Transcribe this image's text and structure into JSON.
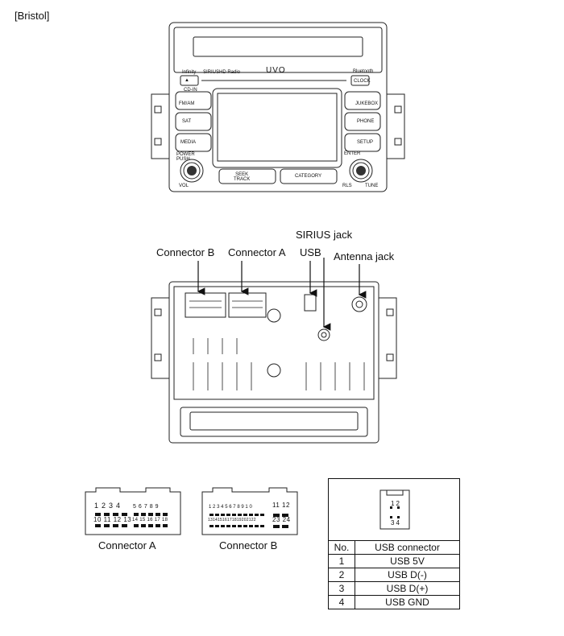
{
  "header": {
    "model": "[Bristol]"
  },
  "head_unit": {
    "brand": "Infinity",
    "sirius": "SIRIUS",
    "hd": "HD Radio",
    "logo": "UVO",
    "bluetooth": "Bluetooth",
    "clock": "CLOCK",
    "cd_in": "CD-IN",
    "buttons_left": [
      "FM/AM",
      "SAT",
      "MEDIA"
    ],
    "buttons_right": [
      "JUKEBOX",
      "PHONE",
      "SETUP"
    ],
    "power_push": "POWER\nPUSH",
    "enter": "ENTER",
    "vol": "VOL",
    "seek_track": "SEEK\nTRACK",
    "category": "CATEGORY",
    "rls": "RLS",
    "tune": "TUNE"
  },
  "rear_labels": {
    "sirius_jack": "SIRIUS jack",
    "connector_b": "Connector  B",
    "connector_a": "Connector A",
    "usb": "USB",
    "antenna_jack": "Antenna jack"
  },
  "connector_a": {
    "caption": "Connector A",
    "top_row": [
      "1",
      "2",
      "3",
      "4",
      "5",
      "6",
      "7",
      "8",
      "9"
    ],
    "bottom_row": [
      "10",
      "11",
      "12",
      "13",
      "14",
      "15",
      "16",
      "17",
      "18"
    ]
  },
  "connector_b": {
    "caption": "Connector B",
    "top_row": [
      "1",
      "2",
      "3",
      "4",
      "5",
      "6",
      "7",
      "8",
      "9",
      "10",
      "11",
      "12"
    ],
    "bottom_row": [
      "13",
      "14",
      "15",
      "16",
      "17",
      "18",
      "19",
      "20",
      "21",
      "22",
      "23",
      "24"
    ]
  },
  "usb_connector": {
    "pins": [
      "1",
      "2",
      "3",
      "4"
    ],
    "headers": [
      "No.",
      "USB connector"
    ],
    "rows": [
      [
        "1",
        "USB 5V"
      ],
      [
        "2",
        "USB D(-)"
      ],
      [
        "3",
        "USB D(+)"
      ],
      [
        "4",
        "USB GND"
      ]
    ]
  }
}
